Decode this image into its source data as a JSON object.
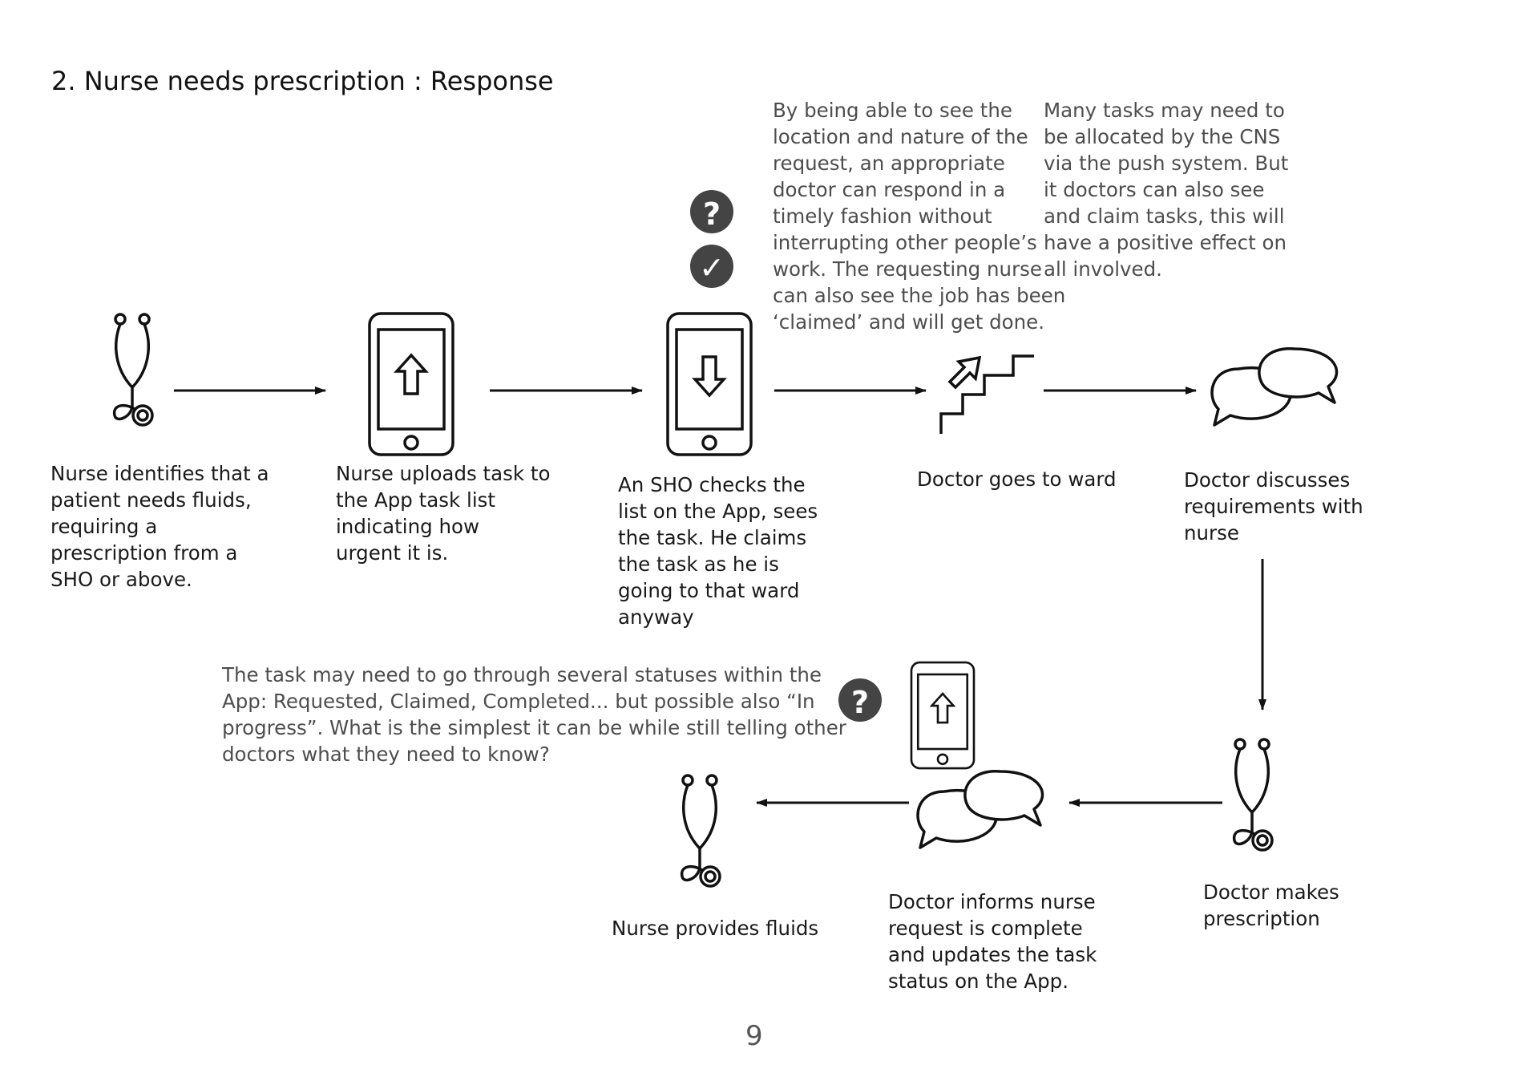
{
  "title": "2. Nurse needs prescription : Response",
  "steps": {
    "nurse_identifies": [
      "Nurse identifies that a",
      "patient needs fluids,",
      "requiring a",
      "prescription from a",
      "SHO or above."
    ],
    "nurse_uploads": [
      "Nurse uploads task to",
      "the App task list",
      "indicating how",
      "urgent it is."
    ],
    "sho_checks": [
      "An SHO checks the",
      "list on the App, sees",
      "the task. He claims",
      "the task as he is",
      "going to that ward",
      "anyway"
    ],
    "doctor_goes": [
      "Doctor goes to ward"
    ],
    "doctor_discusses": [
      "Doctor discusses",
      "requirements with",
      "nurse"
    ],
    "doctor_makes": [
      "Doctor makes",
      "prescription"
    ],
    "doctor_informs": [
      "Doctor informs nurse",
      "request is complete",
      "and updates the task",
      "status on the App."
    ],
    "nurse_provides": [
      "Nurse provides fluids"
    ]
  },
  "notes": {
    "location": [
      "By being able to see the",
      "location and nature of the",
      "request, an appropriate",
      "doctor can respond in a",
      "timely fashion without",
      "interrupting other people’s",
      "work. The requesting nurse",
      "can also see the job has been",
      "‘claimed’ and will get done."
    ],
    "allocation": [
      "Many tasks may need to",
      "be allocated by the CNS",
      "via the push system. But",
      "it doctors can also see",
      "and claim tasks, this will",
      "have a positive effect on",
      "all involved."
    ],
    "statuses": [
      "The task may need to go through several statuses within the",
      "App: Requested, Claimed, Completed... but possible also “In",
      "progress”. What is the simplest it can be while still telling other",
      "doctors what they need to know?"
    ]
  },
  "badges": {
    "question": "?",
    "check": "✓"
  },
  "icons": [
    "stethoscope-icon",
    "phone-upload-icon",
    "phone-download-icon",
    "stairs-icon",
    "speech-bubbles-icon",
    "question-icon",
    "check-icon"
  ],
  "colors": {
    "ink": "#111111",
    "note": "#4d4d4d",
    "badge": "#444444"
  },
  "page_number": "9"
}
